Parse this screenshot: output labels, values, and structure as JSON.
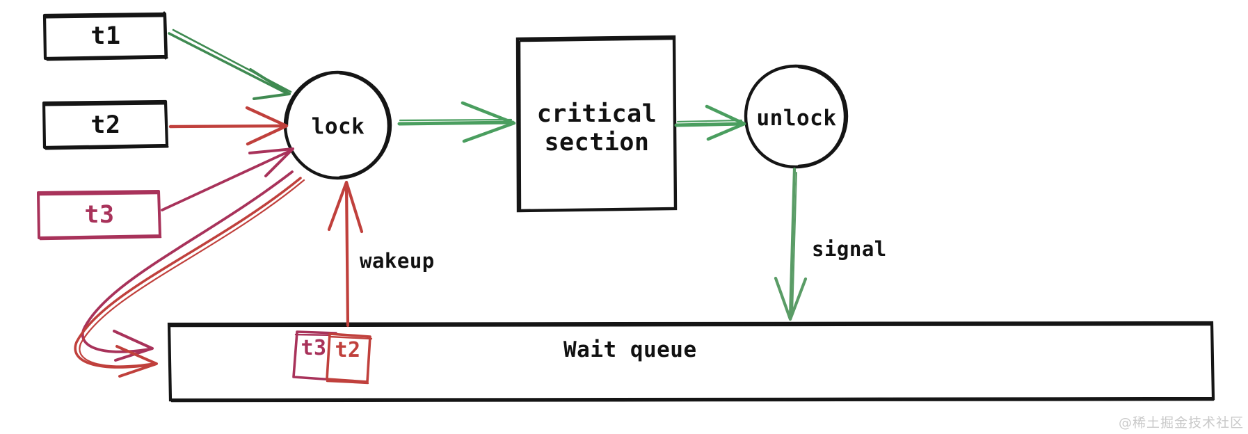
{
  "diagram": {
    "title": "Thread lock / wait queue diagram",
    "background": "#ffffff",
    "colors": {
      "ink": "#111111",
      "green": "#4a9358",
      "brick": "#c0403c",
      "crimson": "#a8325a",
      "watermark": "#c9c9c9"
    },
    "threads": [
      {
        "id": "t1",
        "label": "t1",
        "color": "#111111",
        "arrow_color": "#4a9358"
      },
      {
        "id": "t2",
        "label": "t2",
        "color": "#111111",
        "arrow_color": "#c0403c"
      },
      {
        "id": "t3",
        "label": "t3",
        "color": "#a8325a",
        "arrow_color": "#a8325a"
      }
    ],
    "nodes": {
      "lock": {
        "label": "lock",
        "shape": "circle",
        "color": "#111111"
      },
      "critical_section": {
        "label": "critical\nsection",
        "line1": "critical",
        "line2": "section",
        "shape": "rect",
        "color": "#111111"
      },
      "unlock": {
        "label": "unlock",
        "shape": "circle",
        "color": "#111111"
      },
      "wait_queue": {
        "label": "Wait queue",
        "shape": "rect",
        "color": "#111111"
      }
    },
    "queue_items": [
      {
        "label": "t3",
        "color": "#a8325a"
      },
      {
        "label": "t2",
        "color": "#c0403c"
      }
    ],
    "edge_labels": {
      "wakeup": "wakeup",
      "signal": "signal"
    },
    "watermark": "@稀土掘金技术社区"
  }
}
